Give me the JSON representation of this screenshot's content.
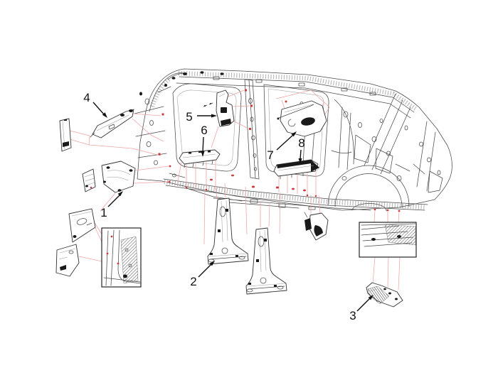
{
  "figure": {
    "type": "exploded-parts-diagram",
    "subject": "vehicle side body interior trim components",
    "background": "#ffffff"
  },
  "colors": {
    "line": "#4a4a4a",
    "detail": "#1a1a1a",
    "leader": "#eda4a4",
    "marker": "#cc3b3b",
    "label": "#111111",
    "inset": "#111111"
  },
  "callouts": [
    {
      "label": "1"
    },
    {
      "label": "2"
    },
    {
      "label": "3"
    },
    {
      "label": "4"
    },
    {
      "label": "5"
    },
    {
      "label": "6"
    },
    {
      "label": "7"
    },
    {
      "label": "8"
    }
  ]
}
